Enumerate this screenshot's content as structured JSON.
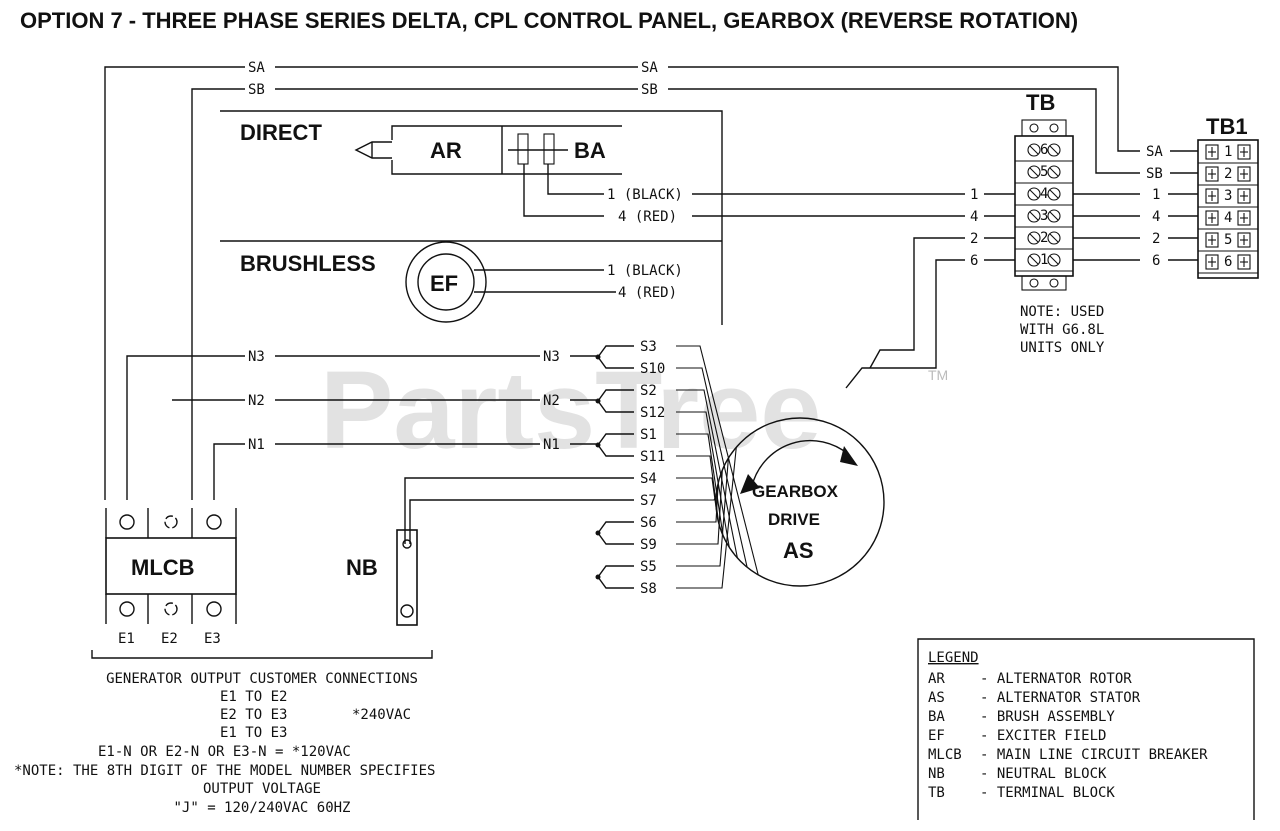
{
  "title": "OPTION 7 - THREE PHASE SERIES DELTA, CPL CONTROL PANEL, GEARBOX (REVERSE ROTATION)",
  "watermark": "PartsTree",
  "watermark_tm": "TM",
  "wires": {
    "sa": "SA",
    "sb": "SB",
    "n1": "N1",
    "n2": "N2",
    "n3": "N3",
    "w1_black": "1 (BLACK)",
    "w4_red": "4 (RED)",
    "w1": "1",
    "w4": "4",
    "w2": "2",
    "w6": "6"
  },
  "sections": {
    "direct": "DIRECT",
    "brushless": "BRUSHLESS"
  },
  "components": {
    "ar": "AR",
    "ba": "BA",
    "ef": "EF",
    "mlcb": "MLCB",
    "nb": "NB",
    "tb": "TB",
    "tb1": "TB1",
    "gearbox_line1": "GEARBOX",
    "gearbox_line2": "DRIVE",
    "gearbox_line3": "AS"
  },
  "stator_leads": [
    "S3",
    "S10",
    "S2",
    "S12",
    "S1",
    "S11",
    "S4",
    "S7",
    "S6",
    "S9",
    "S5",
    "S8"
  ],
  "mlcb_terminals": [
    "E1",
    "E2",
    "E3"
  ],
  "tb_terminals": [
    "6",
    "5",
    "4",
    "3",
    "2",
    "1"
  ],
  "tb1_terminals": [
    "1",
    "2",
    "3",
    "4",
    "5",
    "6"
  ],
  "tb_note": [
    "NOTE: USED",
    "WITH G6.8L",
    "UNITS ONLY"
  ],
  "output_notes": [
    "GENERATOR OUTPUT CUSTOMER CONNECTIONS",
    "E1 TO E2",
    "E2 TO E3",
    "E1 TO E3",
    "*240VAC",
    "E1-N OR E2-N OR E3-N = *120VAC",
    "*NOTE: THE 8TH DIGIT OF THE MODEL NUMBER SPECIFIES",
    "OUTPUT VOLTAGE",
    "\"J\" = 120/240VAC 60HZ"
  ],
  "legend": {
    "heading": "LEGEND",
    "items": [
      {
        "code": "AR",
        "desc": "ALTERNATOR ROTOR"
      },
      {
        "code": "AS",
        "desc": "ALTERNATOR STATOR"
      },
      {
        "code": "BA",
        "desc": "BRUSH ASSEMBLY"
      },
      {
        "code": "EF",
        "desc": "EXCITER FIELD"
      },
      {
        "code": "MLCB",
        "desc": "MAIN LINE CIRCUIT BREAKER"
      },
      {
        "code": "NB",
        "desc": "NEUTRAL BLOCK"
      },
      {
        "code": "TB",
        "desc": "TERMINAL BLOCK"
      }
    ]
  }
}
